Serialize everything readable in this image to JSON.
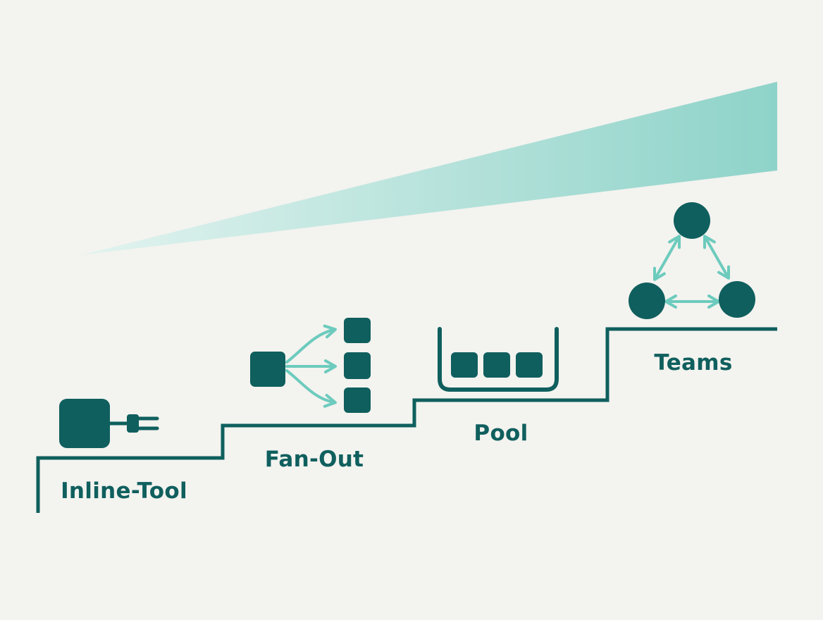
{
  "colors": {
    "background": "#f3f3ef",
    "primary": "#0f5f5e",
    "accent": "#6ccbbd",
    "wedge_start": "#e2f3ef",
    "wedge_end": "#8ed3c9"
  },
  "steps": [
    {
      "label": "Inline-Tool",
      "icon": "plug-icon"
    },
    {
      "label": "Fan-Out",
      "icon": "fan-out-icon"
    },
    {
      "label": "Pool",
      "icon": "pool-icon"
    },
    {
      "label": "Teams",
      "icon": "team-network-icon"
    }
  ]
}
